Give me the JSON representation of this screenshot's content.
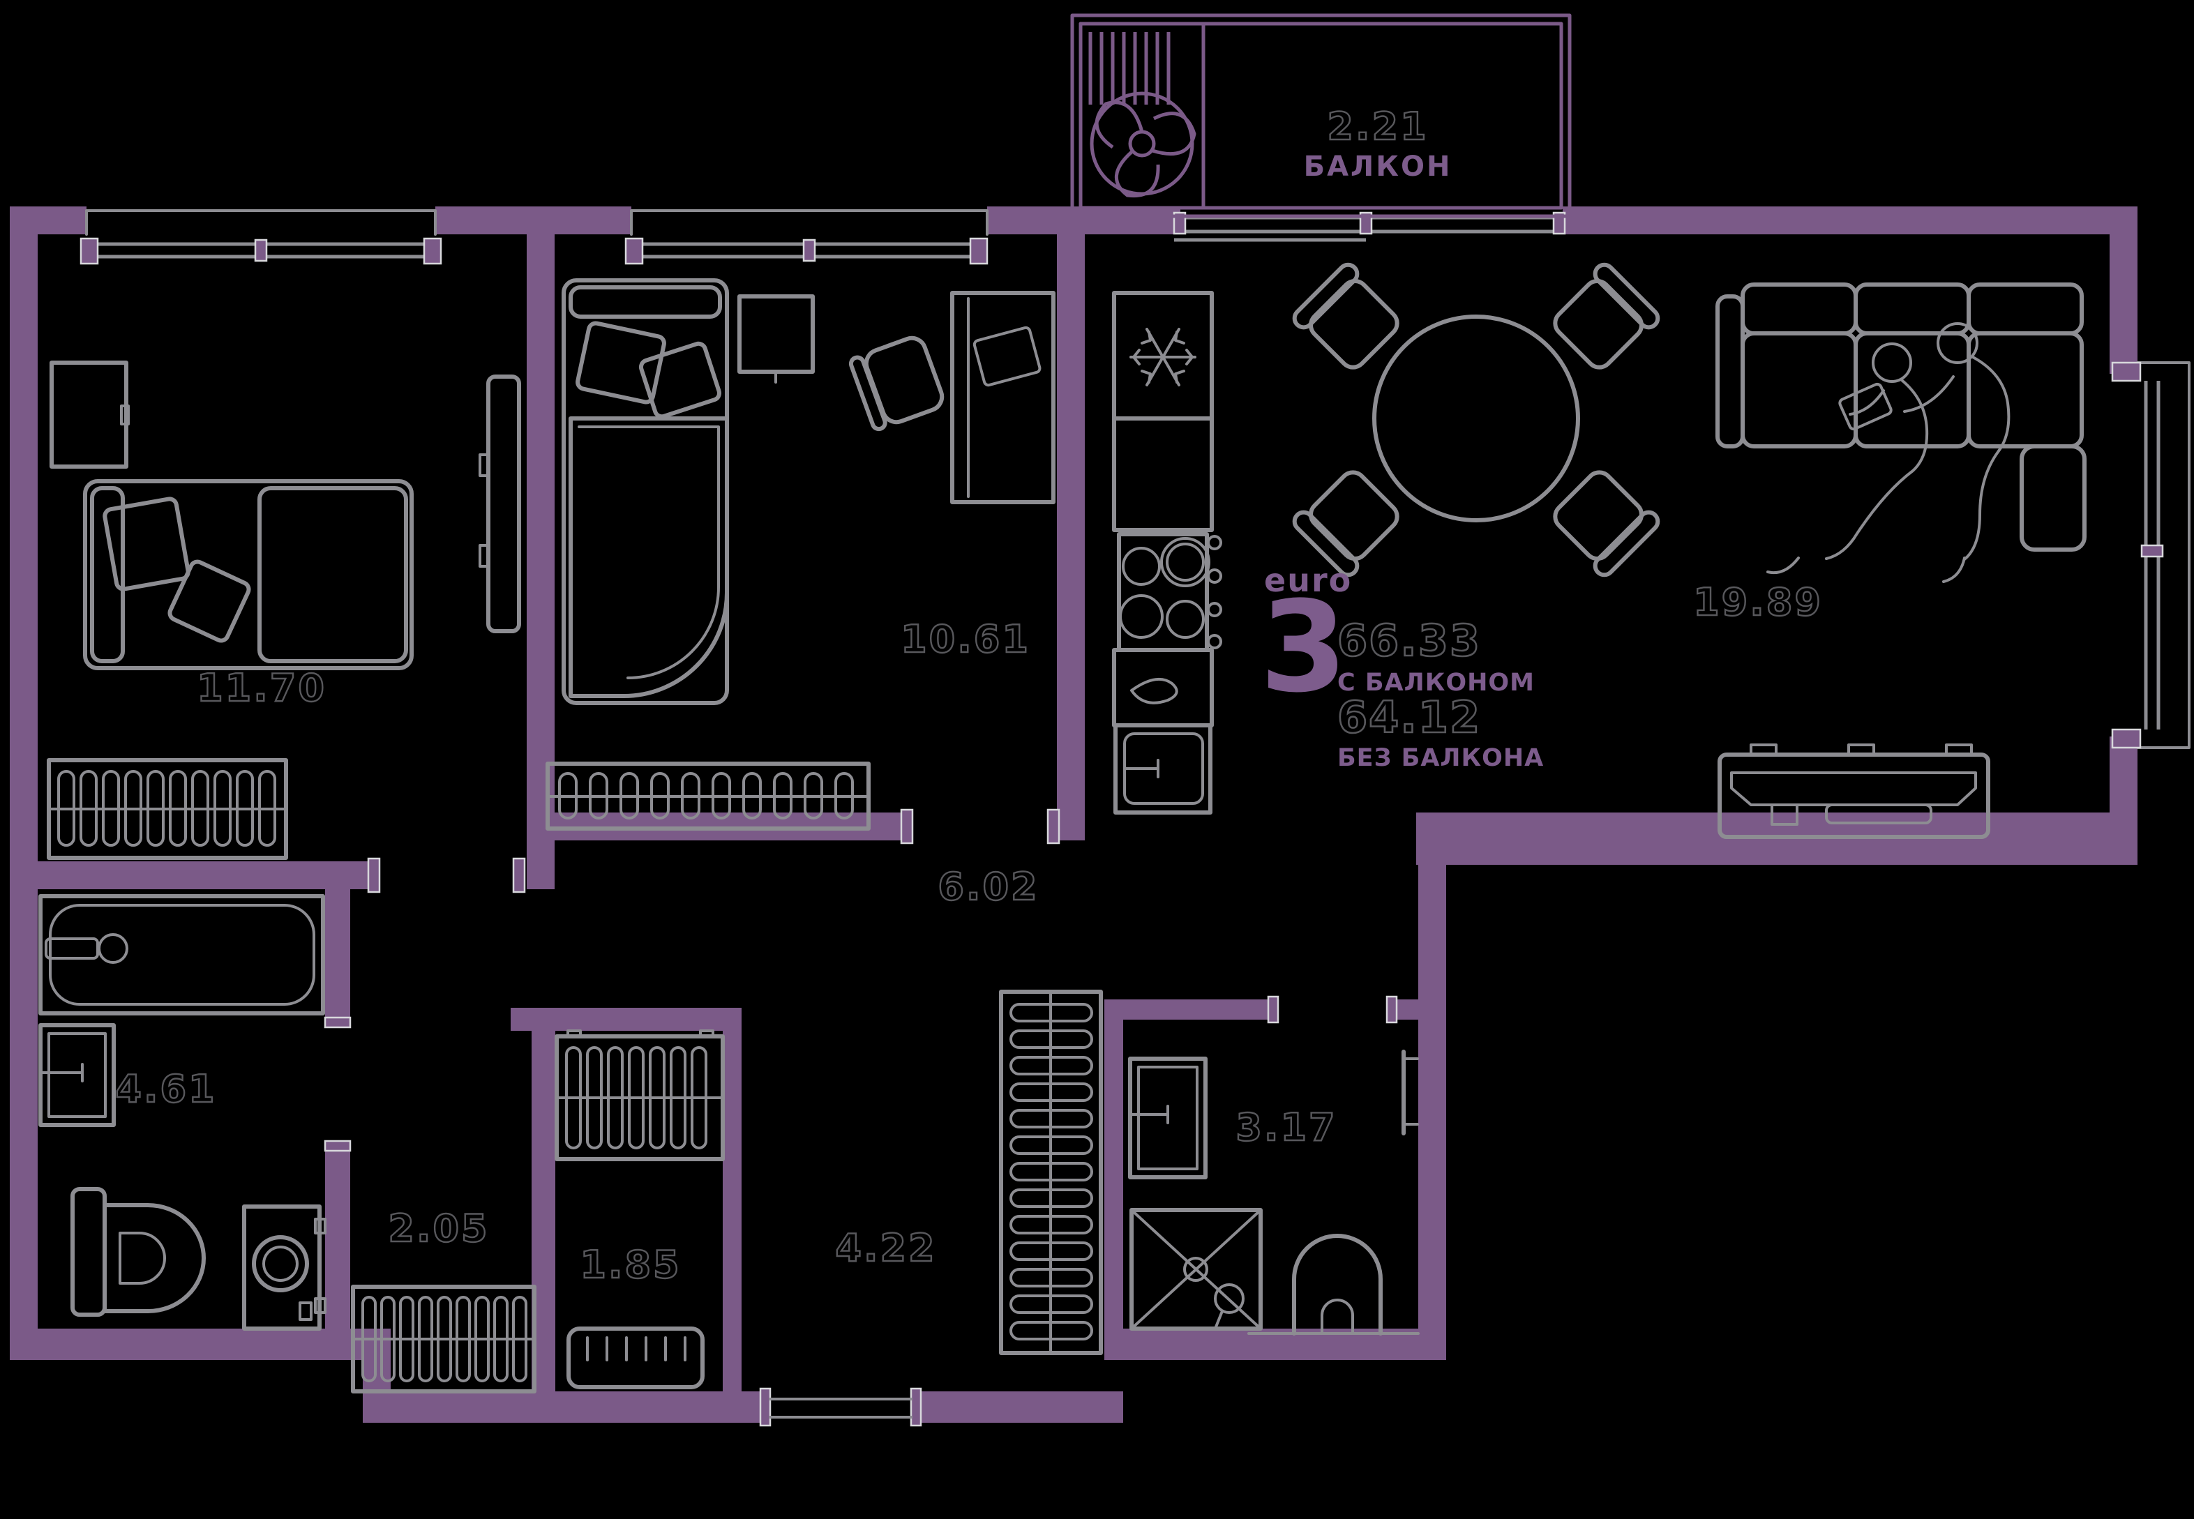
{
  "plan": {
    "unit_type_label": "euro",
    "rooms_count": "3",
    "area_with_balcony": "66.33",
    "with_balcony_label": "С БАЛКОНОМ",
    "area_without_balcony": "64.12",
    "without_balcony_label": "БЕЗ БАЛКОНА"
  },
  "balcony": {
    "area": "2.21",
    "label": "БАЛКОН"
  },
  "rooms": [
    {
      "name": "bedroom-1",
      "area": "11.70"
    },
    {
      "name": "bedroom-2",
      "area": "10.61"
    },
    {
      "name": "hallway",
      "area": "6.02"
    },
    {
      "name": "bathroom",
      "area": "4.61"
    },
    {
      "name": "wardrobe",
      "area": "2.05"
    },
    {
      "name": "hall-closet",
      "area": "1.85"
    },
    {
      "name": "entry-hall",
      "area": "4.22"
    },
    {
      "name": "shower-room",
      "area": "3.17"
    },
    {
      "name": "kitchen-living-room",
      "area": "19.89"
    }
  ],
  "colors": {
    "background": "#000000",
    "wall": "#7b5a88",
    "furniture-line": "#8d8d92",
    "area-number": "#58585c",
    "accent-text": "#7d5c8c"
  }
}
